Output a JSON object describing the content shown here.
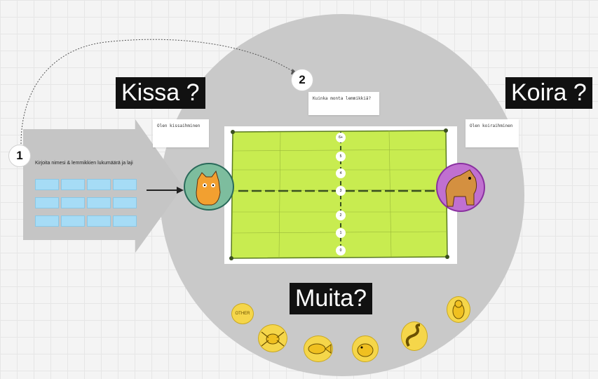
{
  "steps": {
    "one": "1",
    "two": "2"
  },
  "instructions": "Kirjoita nimesi & lemmikkien lukumäärä ja laji",
  "labels": {
    "cat": "Kissa ?",
    "dog": "Koira ?",
    "other": "Muita?"
  },
  "cards": {
    "cat_person": "Olen kissaihminen",
    "dog_person": "Olen koiraihminen",
    "how_many": "Kuinka monta lemmikkiä?"
  },
  "scale_ticks": [
    "6+",
    "5",
    "4",
    "3",
    "2",
    "1",
    "0"
  ],
  "other_token": "OTHER",
  "colors": {
    "board": "#f4f4f4",
    "circle": "#c9c9c9",
    "arrow": "#c5c5c5",
    "notes": "#a6dcf6",
    "poster": "#c8ec50",
    "gold": "#f5d64a"
  }
}
